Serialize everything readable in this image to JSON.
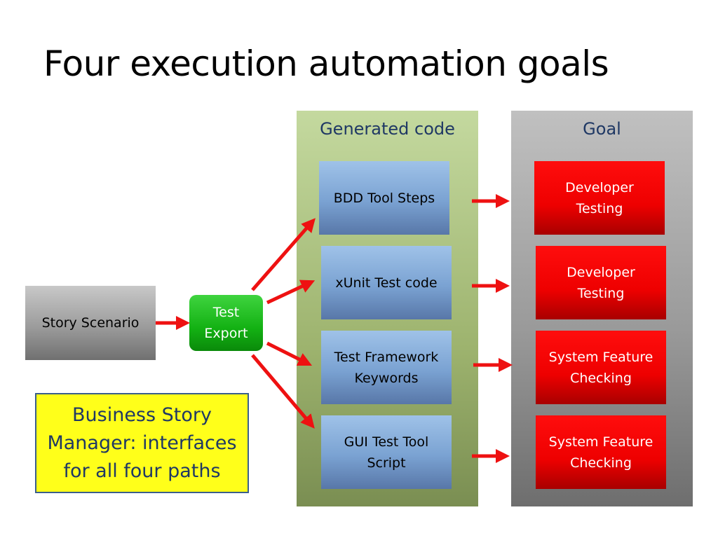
{
  "title": "Four execution automation goals",
  "story_scenario": "Story Scenario",
  "test_export": [
    "Test",
    "Export"
  ],
  "business_story_manager": [
    "Business Story",
    "Manager: interfaces",
    "for all four paths"
  ],
  "generated_code": {
    "title": "Generated code",
    "items": [
      [
        "BDD Tool Steps"
      ],
      [
        "xUnit Test code"
      ],
      [
        "Test Framework",
        "Keywords"
      ],
      [
        "GUI Test Tool",
        "Script"
      ]
    ]
  },
  "goal": {
    "title": "Goal",
    "items": [
      [
        "Developer",
        "Testing"
      ],
      [
        "Developer",
        "Testing"
      ],
      [
        "System Feature",
        "Checking"
      ],
      [
        "System Feature",
        "Checking"
      ]
    ]
  },
  "colors": {
    "arrow": "#ee1111",
    "title_blue": "#1f3864",
    "highlight_yellow": "#ffff1a"
  }
}
